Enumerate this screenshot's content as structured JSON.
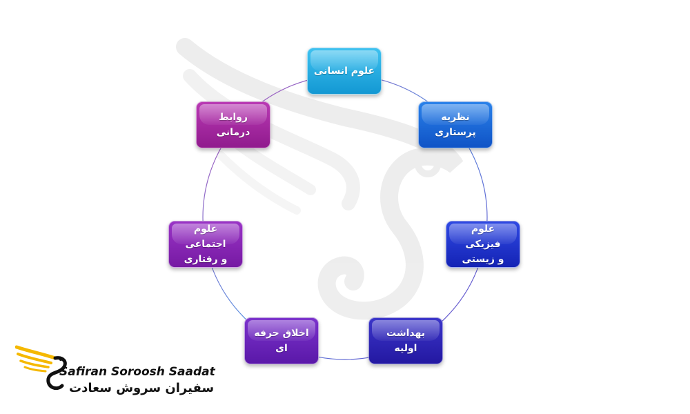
{
  "diagram": {
    "nodes": [
      {
        "id": "humanities",
        "label": "علوم انسانی"
      },
      {
        "id": "nursing",
        "label_lines": [
          "نظریه",
          "پرستاری"
        ]
      },
      {
        "id": "physical",
        "label_lines": [
          "علوم فیزیکی",
          "و زیستی"
        ]
      },
      {
        "id": "primary",
        "label": "بهداشت اولیه"
      },
      {
        "id": "ethics",
        "label_lines": [
          "اخلاق حرفه",
          "ای"
        ]
      },
      {
        "id": "social",
        "label_lines": [
          "علوم اجتماعی",
          "و رفتاری"
        ]
      },
      {
        "id": "therapy",
        "label": "روابط درمانی"
      }
    ]
  },
  "logo": {
    "text_en": "Safiran Soroosh Saadat",
    "text_fa": "سفیران سروش سعادت",
    "accent_color": "#f5b800"
  },
  "colors": {
    "humanities": "#1ba8e0",
    "nursing": "#1763d6",
    "physical": "#1d30c8",
    "primary": "#2a22b0",
    "ethics": "#6620b8",
    "social": "#8422b0",
    "therapy": "#a3259e"
  }
}
